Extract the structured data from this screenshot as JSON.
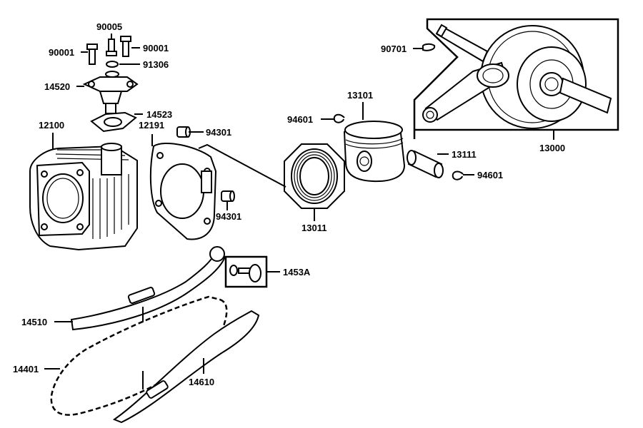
{
  "labels": {
    "p90005": "90005",
    "p90001a": "90001",
    "p90001b": "90001",
    "p91306": "91306",
    "p14520": "14520",
    "p14523": "14523",
    "p12100": "12100",
    "p12191": "12191",
    "p94301a": "94301",
    "p94301b": "94301",
    "p94601a": "94601",
    "p13101": "13101",
    "p13011": "13011",
    "p13111": "13111",
    "p94601b": "94601",
    "p90701": "90701",
    "p13000": "13000",
    "p1453A": "1453A",
    "p14510": "14510",
    "p14401": "14401",
    "p14610": "14610"
  }
}
